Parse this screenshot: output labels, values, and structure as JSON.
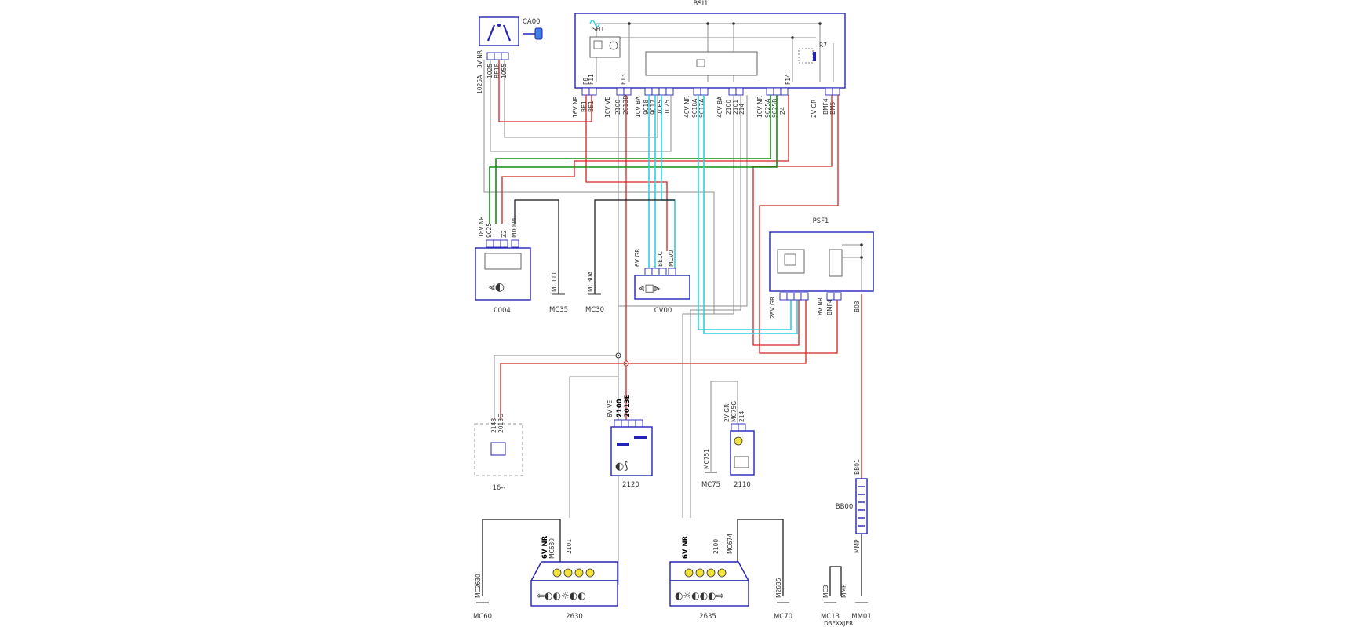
{
  "diagram": {
    "components": {
      "bsi1": "BSI1",
      "ca00": "CA00",
      "psf1": "PSF1",
      "c0004": "0004",
      "cv00": "CV00",
      "c2120": "2120",
      "c2110": "2110",
      "c16": "16--",
      "c2630": "2630",
      "c2635": "2635",
      "bb00": "BB00"
    },
    "bsi_inner": {
      "shunt": "SH1",
      "fuse_f8": "F8",
      "fuse_f11": "F11",
      "fuse_f13": "F13",
      "fuse_f14": "F14",
      "relay_r7": "R7"
    },
    "grounds": [
      "MC35",
      "MC30",
      "MC75",
      "MC60",
      "MC70",
      "MC13",
      "MM01"
    ],
    "connector_labels": {
      "bsi_16v_nr": "16V NR",
      "bsi_16v_ve": "16V VE",
      "bsi_10v_ba": "10V BA",
      "bsi_40v_nr": "40V NR",
      "bsi_40v_ba": "40V BA",
      "bsi_10v_nr": "10V NR",
      "bsi_2v_gr": "2V GR",
      "ca00_3v_nr": "3V NR",
      "c0004_18v_nr": "18V NR",
      "cv00_6v_gr": "6V GR",
      "psf1_28v_gr": "28V GR",
      "psf1_8v_nr": "8V NR",
      "c2120_6v_ve": "6V VE",
      "c2110_2v_gr": "2V GR",
      "c2630_6v_nr": "6V NR",
      "c2635_6v_nr": "6V NR"
    },
    "wire_ids": {
      "w1025a": "1025A",
      "w1025": "1025",
      "wbe1b": "BE1B",
      "w1055": "1055",
      "wbe1": "BE1",
      "w2100": "2100",
      "w2013d": "2013D",
      "w9018": "9018",
      "w9017": "9017",
      "w1065": "1065",
      "w9018a": "9018A",
      "w9017a": "9017A",
      "w2101": "2101",
      "w214": "214",
      "w9025a": "9025A",
      "w9025b": "9025B",
      "wz4": "Z4",
      "wbmf4": "BMF4",
      "wbm5": "BM5",
      "wmc111": "MC111",
      "wmc30a": "MC30A",
      "w9025": "9025",
      "wz2": "Z2",
      "wm0004": "M0004",
      "wbe1c": "BE1C",
      "wmcv0": "MCV0",
      "wbmf4b": "BMF4",
      "wb03": "B03",
      "w2013e": "2013E",
      "w2148": "2148",
      "w2013g": "2013G",
      "wmc75g": "MC75G",
      "wmc751": "MC751",
      "wmc630": "MC630",
      "wmc2630": "MC2630",
      "wmc674": "MC674",
      "wm2635": "M2635",
      "wmc3": "MC3",
      "wmmp": "MMP",
      "wbb01": "BB01"
    },
    "code": "D3FXXJER"
  }
}
